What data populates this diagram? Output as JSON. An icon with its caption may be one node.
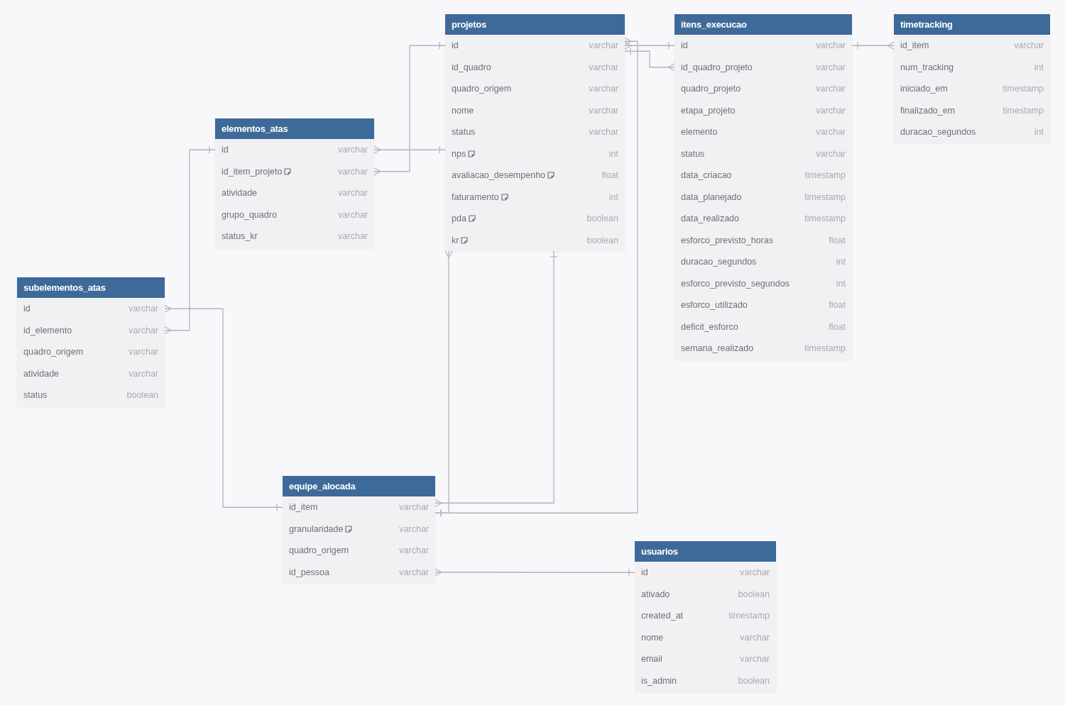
{
  "diagram": {
    "nodes": [
      {
        "text": [
          "projetos"
        ]
      },
      {
        "text": [
          "id",
          "varchar"
        ],
        "in": 0
      },
      {
        "text": [
          "id_quadro",
          "varchar"
        ],
        "in": 0
      },
      {
        "text": [
          "quadro_origem",
          "varchar"
        ],
        "in": 0
      },
      {
        "text": [
          "nome",
          "varchar"
        ],
        "in": 0
      },
      {
        "text": [
          "status",
          "varchar"
        ],
        "in": 0
      },
      {
        "text": [
          "nps",
          "int"
        ],
        "in": 0
      },
      {
        "text": [
          "avaliacao_desempenho",
          "float"
        ],
        "in": 0
      },
      {
        "text": [
          "faturamento",
          "int"
        ],
        "in": 0
      },
      {
        "text": [
          "pda",
          "boolean"
        ],
        "in": 0
      },
      {
        "text": [
          "kr",
          "boolean"
        ],
        "in": 0
      },
      {
        "text": [
          "itens_execucao"
        ]
      },
      {
        "text": [
          "id",
          "varchar"
        ],
        "in": 11
      },
      {
        "text": [
          "id_quadro_projeto",
          "varchar"
        ],
        "in": 11
      },
      {
        "text": [
          "quadro_projeto",
          "varchar"
        ],
        "in": 11
      },
      {
        "text": [
          "etapa_projeto",
          "varchar"
        ],
        "in": 11
      },
      {
        "text": [
          "elemento",
          "varchar"
        ],
        "in": 11
      },
      {
        "text": [
          "status",
          "varchar"
        ],
        "in": 11
      },
      {
        "text": [
          "data_criacao",
          "timestamp"
        ],
        "in": 11
      },
      {
        "text": [
          "data_planejado",
          "timestamp"
        ],
        "in": 11
      },
      {
        "text": [
          "data_realizado",
          "timestamp"
        ],
        "in": 11
      },
      {
        "text": [
          "esforco_previsto_horas",
          "float"
        ],
        "in": 11
      },
      {
        "text": [
          "duracao_segundos",
          "int"
        ],
        "in": 11
      },
      {
        "text": [
          "esforco_previsto_segundos",
          "int"
        ],
        "in": 11
      },
      {
        "text": [
          "esforco_utilizado",
          "float"
        ],
        "in": 11
      },
      {
        "text": [
          "deficit_esforco",
          "float"
        ],
        "in": 11
      },
      {
        "text": [
          "semana_realizado",
          "timestamp"
        ],
        "in": 11
      },
      {
        "text": [
          "timetracking"
        ]
      },
      {
        "text": [
          "id_item",
          "varchar"
        ],
        "in": 27
      },
      {
        "text": [
          "num_tracking",
          "int"
        ],
        "in": 27
      },
      {
        "text": [
          "iniciado_em",
          "timestamp"
        ],
        "in": 27
      },
      {
        "text": [
          "finalizado_em",
          "timestamp"
        ],
        "in": 27
      },
      {
        "text": [
          "duracao_segundos",
          "int"
        ],
        "in": 27
      },
      {
        "text": [
          "elementos_atas"
        ]
      },
      {
        "text": [
          "id",
          "varchar"
        ],
        "in": 33
      },
      {
        "text": [
          "id_item_projeto",
          "varchar"
        ],
        "in": 33
      },
      {
        "text": [
          "atividade",
          "varchar"
        ],
        "in": 33
      },
      {
        "text": [
          "grupo_quadro",
          "varchar"
        ],
        "in": 33
      },
      {
        "text": [
          "status_kr",
          "varchar"
        ],
        "in": 33
      },
      {
        "text": [
          "subelementos_atas"
        ]
      },
      {
        "text": [
          "id",
          "varchar"
        ],
        "in": 39
      },
      {
        "text": [
          "id_elemento",
          "varchar"
        ],
        "in": 39
      },
      {
        "text": [
          "quadro_origem",
          "varchar"
        ],
        "in": 39
      },
      {
        "text": [
          "atividade",
          "varchar"
        ],
        "in": 39
      },
      {
        "text": [
          "status",
          "boolean"
        ],
        "in": 39
      },
      {
        "text": [
          "equipe_alocada"
        ]
      },
      {
        "text": [
          "id_item",
          "varchar"
        ],
        "in": 45
      },
      {
        "text": [
          "granularidade",
          "varchar"
        ],
        "in": 45
      },
      {
        "text": [
          "quadro_origem",
          "varchar"
        ],
        "in": 45
      },
      {
        "text": [
          "id_pessoa",
          "varchar"
        ],
        "in": 45
      },
      {
        "text": [
          "usuarios"
        ]
      },
      {
        "text": [
          "id",
          "varchar"
        ],
        "in": 50
      },
      {
        "text": [
          "ativado",
          "boolean"
        ],
        "in": 50
      },
      {
        "text": [
          "created_at",
          "timestamp"
        ],
        "in": 50
      },
      {
        "text": [
          "nome",
          "varchar"
        ],
        "in": 50
      },
      {
        "text": [
          "email",
          "varchar"
        ],
        "in": 50
      },
      {
        "text": [
          "is_admin",
          "boolean"
        ],
        "in": 50
      }
    ],
    "edges": [
      {
        "from": 35,
        "to": 1,
        "arrow": "other"
      },
      {
        "from": 34,
        "to": 6,
        "arrow": "other"
      },
      {
        "from": 41,
        "to": 34,
        "arrow": "other"
      },
      {
        "from": 40,
        "to": 46,
        "arrow": "other"
      },
      {
        "from": 1,
        "to": 12,
        "arrow": "other"
      },
      {
        "from": 13,
        "to": 1,
        "arrow": "other"
      },
      {
        "from": 28,
        "to": 12,
        "arrow": "other"
      },
      {
        "from": 1,
        "to": 46,
        "arrow": "other"
      },
      {
        "from": 46,
        "to": 0,
        "arrow": "other"
      },
      {
        "from": 0,
        "to": 46,
        "arrow": "other"
      },
      {
        "from": 49,
        "to": 51,
        "arrow": "other"
      }
    ]
  }
}
